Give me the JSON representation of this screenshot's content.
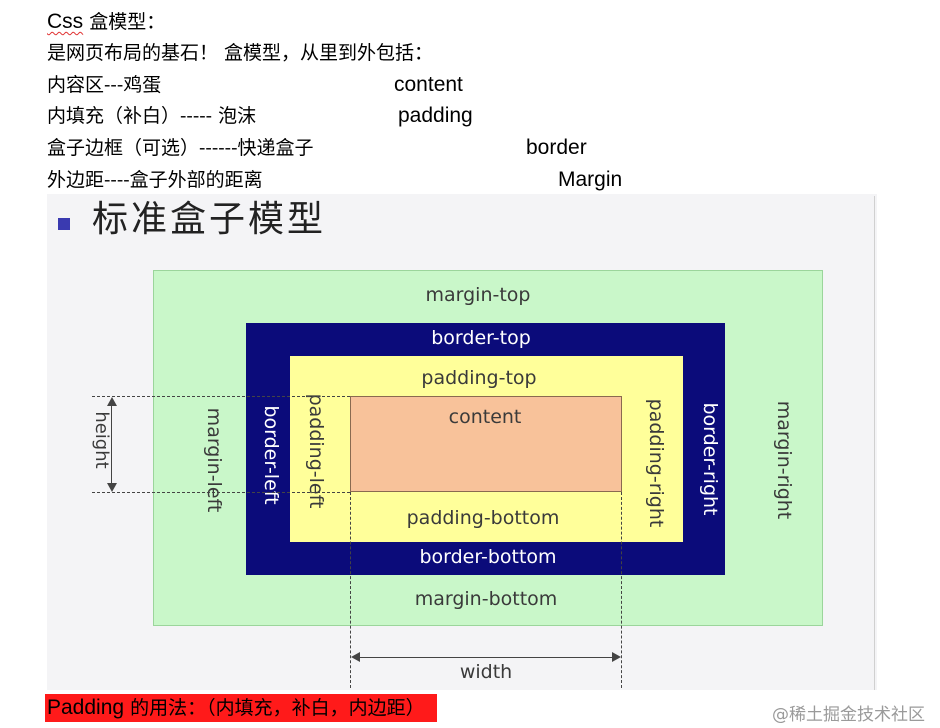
{
  "notes": {
    "heading_word": "Css",
    "heading_rest": " 盒模型：",
    "intro": "是网页布局的基石！  盒模型，从里到外包括：",
    "rows": [
      {
        "cn": "内容区---鸡蛋",
        "en": "content"
      },
      {
        "cn": "内填充（补白）-----      泡沫",
        "en": "padding"
      },
      {
        "cn": "盒子边框（可选）------快递盒子",
        "en": "border"
      },
      {
        "cn": "外边距----盒子外部的距离",
        "en": "Margin"
      }
    ]
  },
  "figure": {
    "title": "标准盒子模型",
    "labels": {
      "margin_top": "margin-top",
      "border_top": "border-top",
      "padding_top": "padding-top",
      "content": "content",
      "padding_bottom": "padding-bottom",
      "border_bottom": "border-bottom",
      "margin_bottom": "margin-bottom",
      "margin_left": "margin-left",
      "border_left": "border-left",
      "padding_left": "padding-left",
      "padding_right": "padding-right",
      "border_right": "border-right",
      "margin_right": "margin-right",
      "height": "height",
      "width": "width"
    },
    "colors": {
      "margin": "#c9f7c9",
      "border": "#0b0b7a",
      "padding": "#ffff9a",
      "content": "#f8c29a"
    }
  },
  "section": {
    "en": "Padding",
    "cn": " 的用法：（内填充，补白，内边距）",
    "highlight_color": "#ff1a1a"
  },
  "watermark": "@稀土掘金技术社区"
}
